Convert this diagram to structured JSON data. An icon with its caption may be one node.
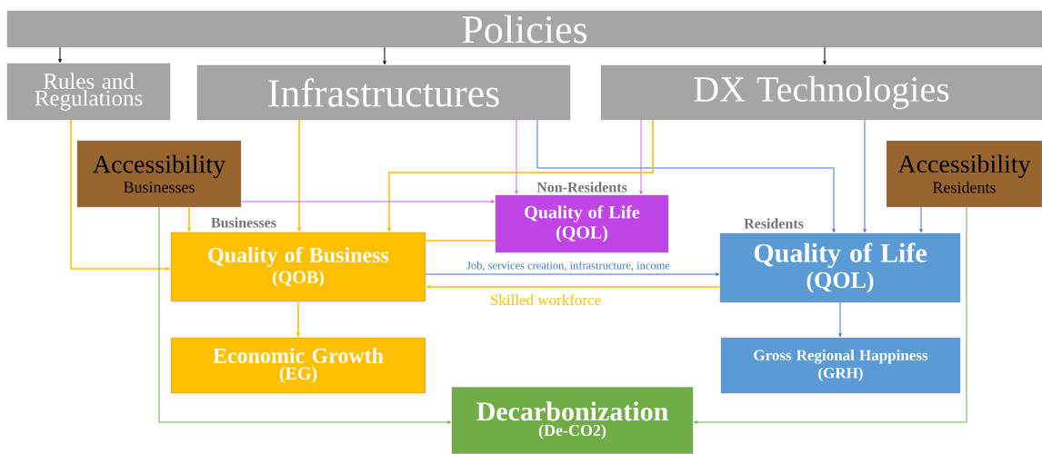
{
  "diagram": {
    "nodes": [
      {
        "text": [
          "Policies"
        ]
      },
      {
        "text": [
          "Rules and Regulations"
        ]
      },
      {
        "text": [
          "Infrastructures"
        ]
      },
      {
        "text": [
          "DX Technologies"
        ]
      },
      {
        "text": [
          "Accessibility",
          "Businesses"
        ]
      },
      {
        "text": [
          "Quality of Life",
          "(QOL)"
        ],
        "beside": [
          "Non-Residents"
        ]
      },
      {
        "text": [
          "Accessibility",
          "Residents"
        ]
      },
      {
        "text": [
          "Quality of Business",
          "(QOB)"
        ],
        "beside": [
          "Businesses"
        ]
      },
      {
        "text": [
          "Quality of Life",
          "(QOL)"
        ],
        "beside": [
          "Residents"
        ]
      },
      {
        "text": [
          "Economic Growth",
          "(EG)"
        ]
      },
      {
        "text": [
          "Gross Regional Happiness",
          "(GRH)"
        ]
      },
      {
        "text": [
          "Decarbonization",
          "(De-CO2)"
        ]
      }
    ],
    "edges": [
      {
        "from": 0,
        "to": 1,
        "arrow": "to",
        "color": "#000000"
      },
      {
        "from": 0,
        "to": 2,
        "arrow": "to",
        "color": "#000000"
      },
      {
        "from": 0,
        "to": 3,
        "arrow": "to",
        "color": "#000000"
      },
      {
        "from": 1,
        "to": 7,
        "arrow": "to"
      },
      {
        "from": 2,
        "to": 7,
        "arrow": "to"
      },
      {
        "from": 2,
        "to": 5,
        "arrow": "to",
        "color": "#cc66ff"
      },
      {
        "from": 2,
        "to": 8,
        "arrow": "to",
        "color": "#4472c4"
      },
      {
        "from": 3,
        "to": 5,
        "arrow": "to",
        "color": "#cc66ff"
      },
      {
        "from": 3,
        "to": 7,
        "arrow": "to"
      },
      {
        "from": 3,
        "to": 8,
        "arrow": "to",
        "color": "#4472c4"
      },
      {
        "from": 4,
        "to": 7,
        "arrow": "to"
      },
      {
        "from": 4,
        "to": 5,
        "arrow": "to",
        "color": "#cc66ff"
      },
      {
        "from": 4,
        "to": 11,
        "arrow": "to",
        "color": "#70ad47"
      },
      {
        "from": 6,
        "to": 8,
        "arrow": "to",
        "color": "#4472c4"
      },
      {
        "from": 6,
        "to": 11,
        "arrow": "to",
        "color": "#70ad47"
      },
      {
        "from": 5,
        "to": 7,
        "arrow": "none"
      },
      {
        "from": 7,
        "to": 8,
        "arrow": "to",
        "label": "Job, services creation, infrastructure, income",
        "color": "#4472c4"
      },
      {
        "from": 8,
        "to": 7,
        "arrow": "to",
        "label": "Skilled workforce"
      },
      {
        "from": 7,
        "to": 9,
        "arrow": "to"
      },
      {
        "from": 8,
        "to": 10,
        "arrow": "to",
        "color": "#4472c4"
      }
    ]
  }
}
